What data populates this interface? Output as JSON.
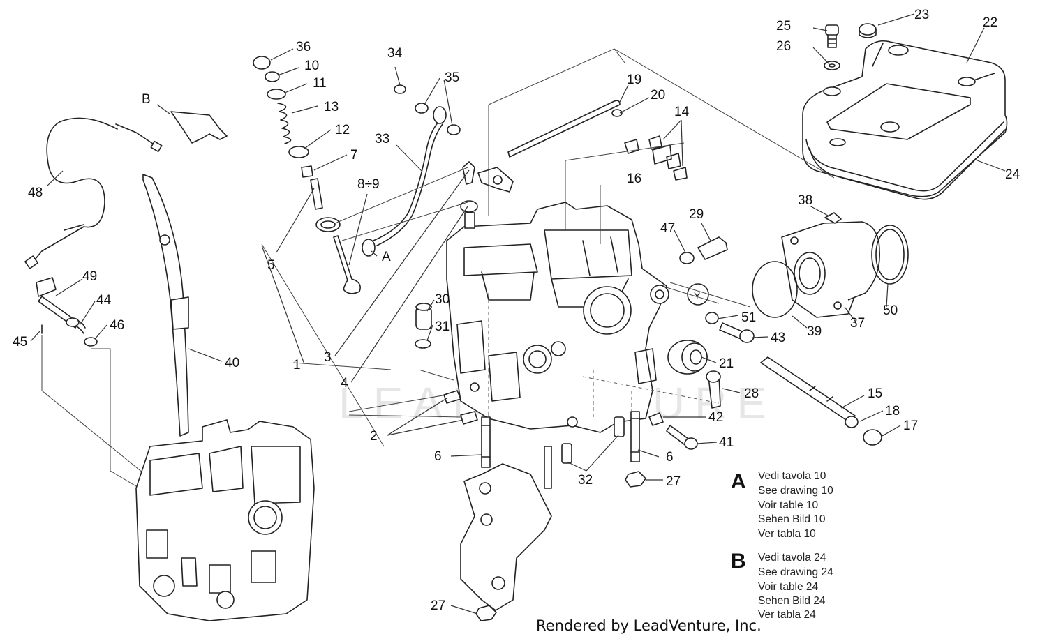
{
  "labels": {
    "n36": "36",
    "n10": "10",
    "n11": "11",
    "n13": "13",
    "n12": "12",
    "n7": "7",
    "n5": "5",
    "n89": "8÷9",
    "nA": "A",
    "n34": "34",
    "n35": "35",
    "n33": "33",
    "n19": "19",
    "n20": "20",
    "n14": "14",
    "n16": "16",
    "n25": "25",
    "n23": "23",
    "n22": "22",
    "n26": "26",
    "n24": "24",
    "nB": "B",
    "n48": "48",
    "n49": "49",
    "n44": "44",
    "n46": "46",
    "n45": "45",
    "n40": "40",
    "n1": "1",
    "n3": "3",
    "n4": "4",
    "n2": "2",
    "n30": "30",
    "n31": "31",
    "n47": "47",
    "n29": "29",
    "n38": "38",
    "nY": "Y",
    "n51": "51",
    "n43": "43",
    "n39": "39",
    "n37": "37",
    "n50": "50",
    "n21": "21",
    "n28": "28",
    "n15": "15",
    "n18": "18",
    "n17": "17",
    "n42": "42",
    "n41": "41",
    "n6a": "6",
    "n6b": "6",
    "n32": "32",
    "n27a": "27",
    "n27b": "27"
  },
  "legend": {
    "a": {
      "letter": "A",
      "lines": [
        "Vedi tavola 10",
        "See drawing 10",
        "Voir table 10",
        "Sehen Bild 10",
        "Ver tabla 10"
      ]
    },
    "b": {
      "letter": "B",
      "lines": [
        "Vedi tavola 24",
        "See drawing 24",
        "Voir table 24",
        "Sehen Bild 24",
        "Ver tabla 24"
      ]
    }
  },
  "watermark": "LEADVENTURE",
  "credit": "Rendered by LeadVenture, Inc."
}
